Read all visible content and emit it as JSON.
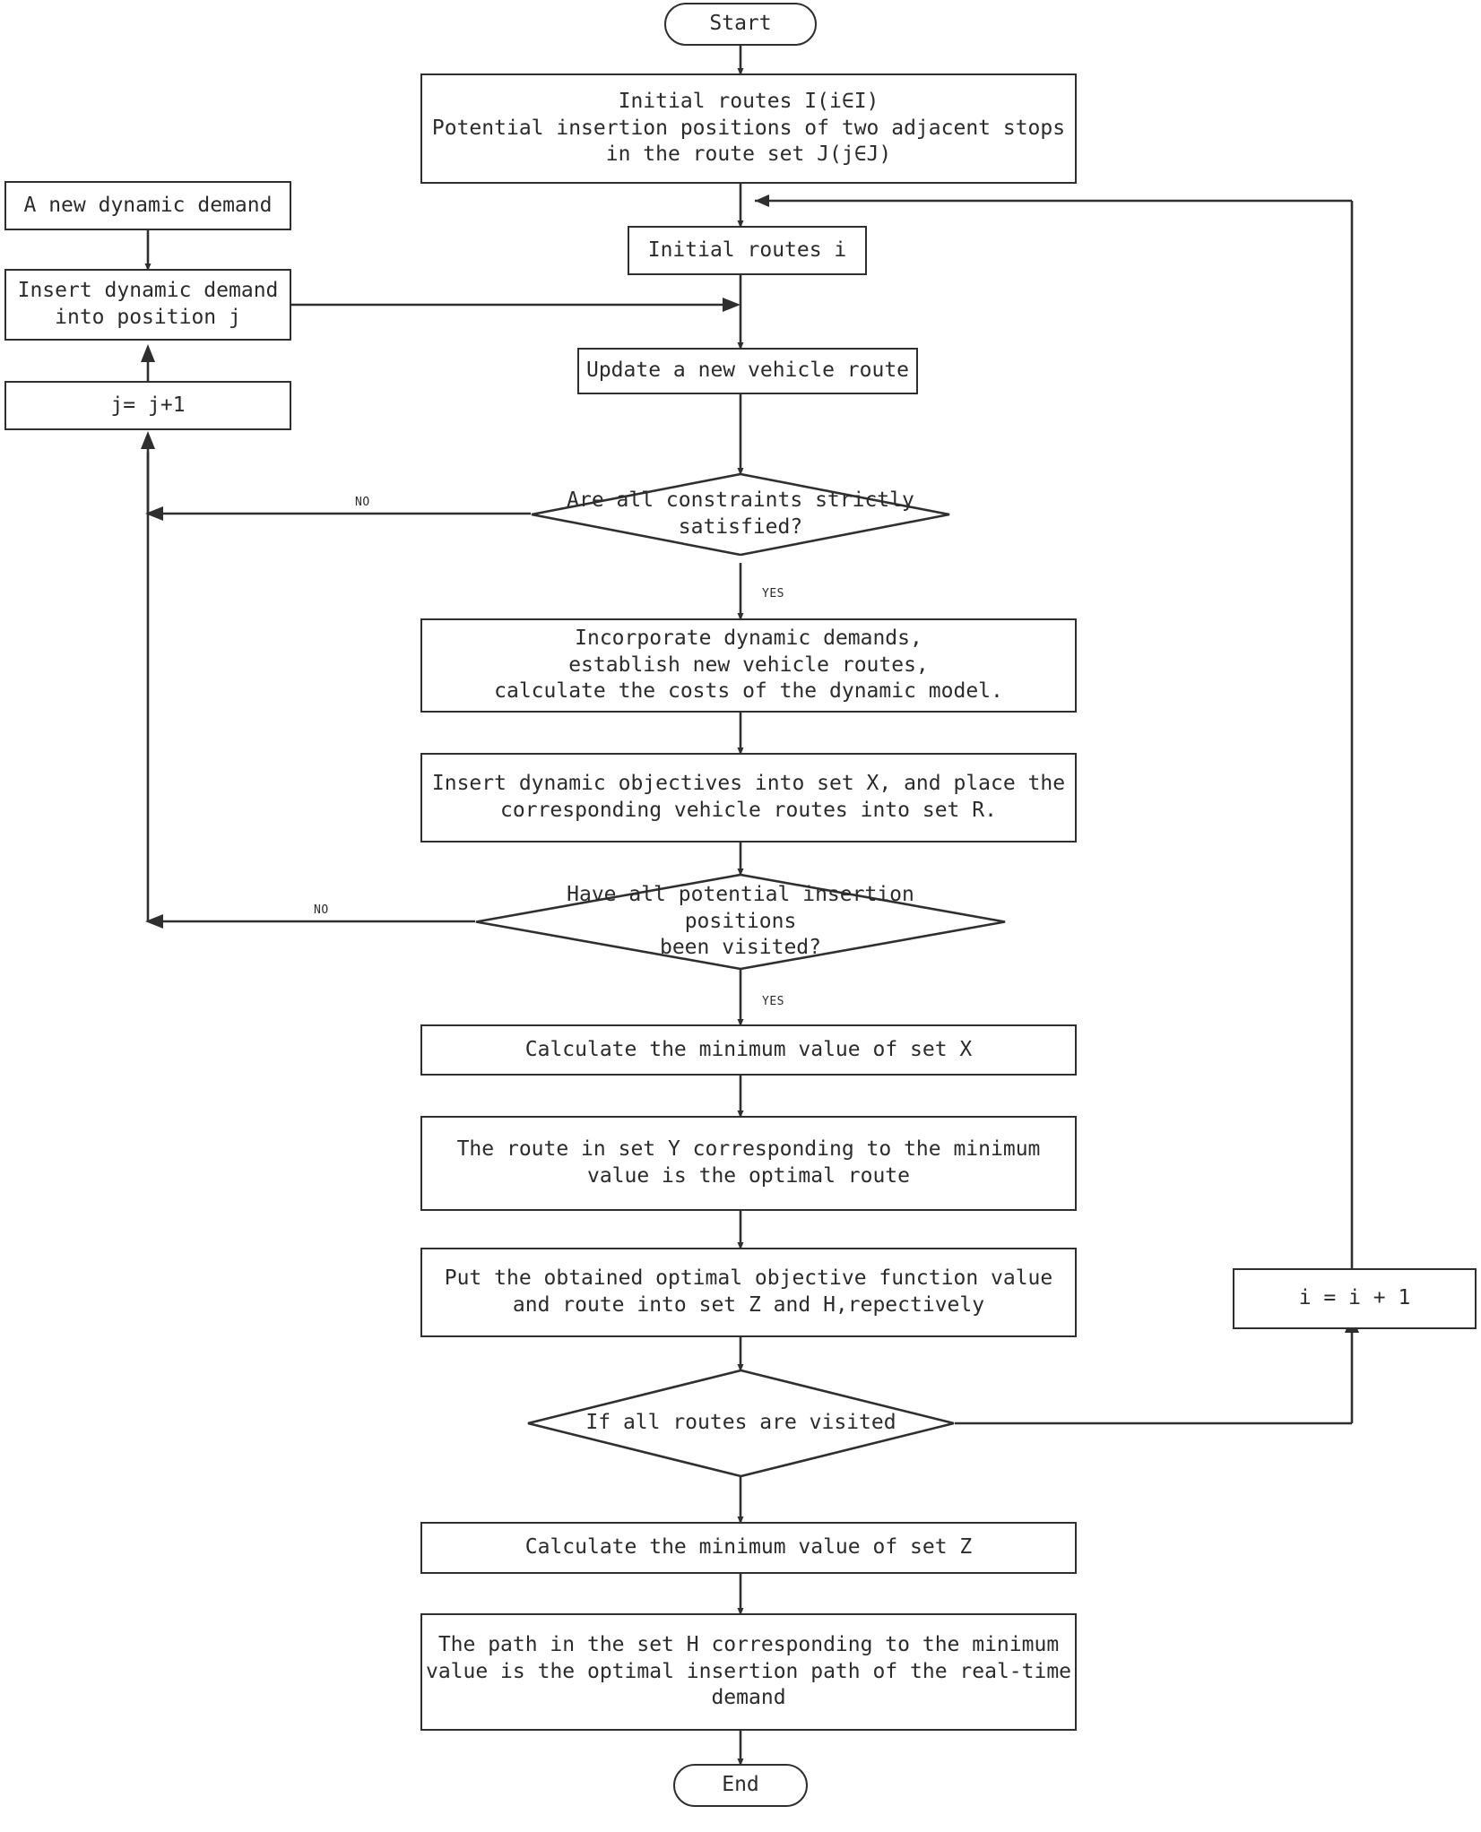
{
  "diagram": {
    "type": "flowchart",
    "title": "Dynamic demand insertion heuristic flowchart",
    "colors": {
      "stroke": "#2f2f2f",
      "text": "#2b2b2b",
      "background": "#ffffff"
    },
    "nodes": {
      "start": "Start",
      "initial_routes_set": "Initial routes I(i∈I)\nPotential insertion positions of two adjacent stops\nin the route set J(j∈J)",
      "new_dynamic_demand": "A new dynamic demand",
      "insert_demand_position": "Insert dynamic demand\ninto position j",
      "j_increment": "j= j+1",
      "initial_routes_i": "Initial routes i",
      "update_route": "Update a new vehicle route",
      "constraints_decision": "Are all constraints strictly\nsatisfied?",
      "incorporate_demands": "Incorporate dynamic demands,\nestablish new vehicle routes,\ncalculate the costs of the dynamic model.",
      "insert_objectives": "Insert dynamic objectives into set X, and place the\ncorresponding vehicle routes into set R.",
      "positions_visited_decision": "Have all potential insertion positions\nbeen visited?",
      "min_set_x": "Calculate the minimum value of set X",
      "route_set_y": "The route in set Y corresponding to the minimum\nvalue is the optimal route",
      "put_optimal_values": "Put the obtained optimal objective function value\nand route into set Z and H,repectively",
      "routes_visited_decision": "If all routes are visited",
      "i_increment": "i = i + 1",
      "min_set_z": "Calculate the minimum value of set Z",
      "path_set_h": "The path in the set H corresponding to the minimum\nvalue is the optimal insertion path of the real-time\ndemand",
      "end": "End"
    },
    "edge_labels": {
      "constraints_no": "NO",
      "constraints_yes": "YES",
      "positions_no": "NO",
      "positions_yes": "YES"
    }
  }
}
